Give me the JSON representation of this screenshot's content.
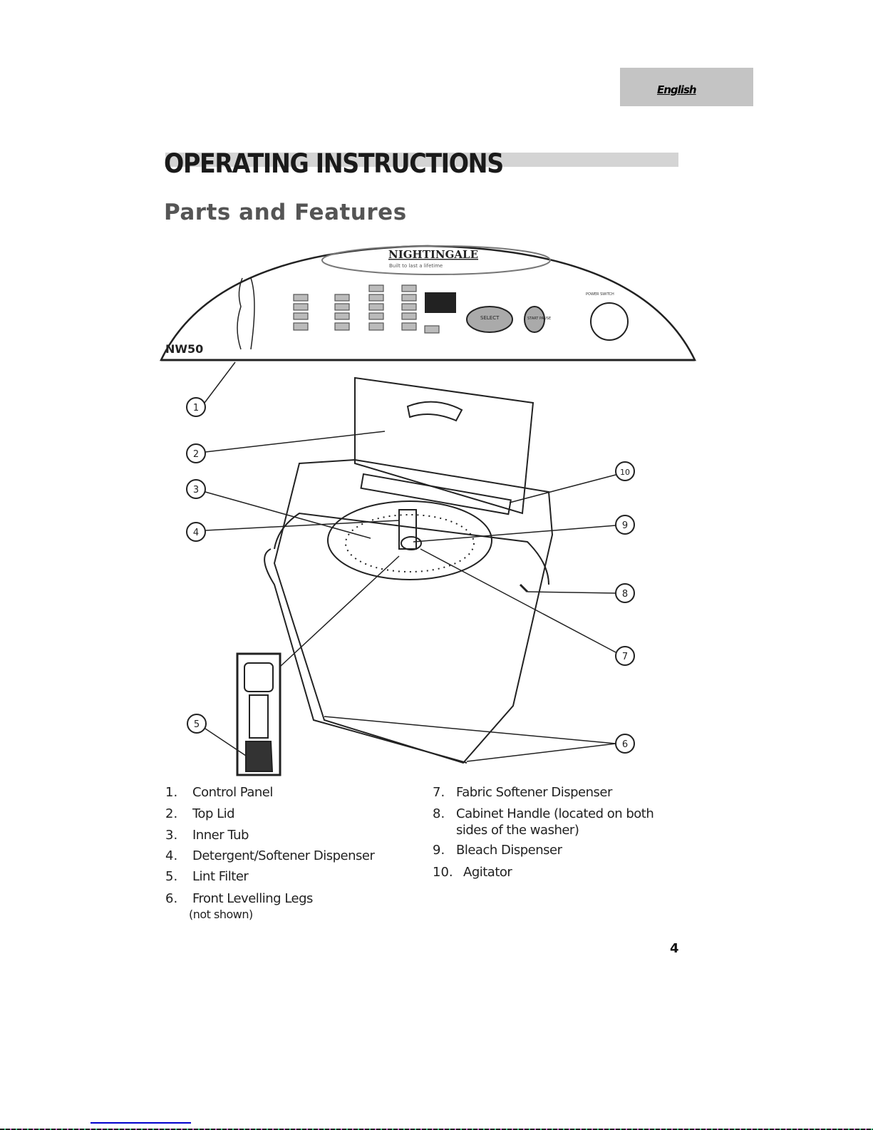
{
  "header": {
    "language_tab": "English"
  },
  "title": "OPERATING INSTRUCTIONS",
  "subtitle": "Parts and Features",
  "panel": {
    "brand": "NIGHTINGALE",
    "tagline": "Built to last a lifetime",
    "model": "NW50",
    "select": "SELECT",
    "start": "START PAUSE",
    "power": "POWER SWITCH"
  },
  "callouts": [
    "1",
    "2",
    "3",
    "4",
    "5",
    "6",
    "7",
    "8",
    "9",
    "10"
  ],
  "parts_left": [
    {
      "num": "1.",
      "label": "Control Panel"
    },
    {
      "num": "2.",
      "label": "Top Lid"
    },
    {
      "num": "3.",
      "label": "Inner Tub"
    },
    {
      "num": "4.",
      "label": "Detergent/Softener Dispenser"
    },
    {
      "num": "5.",
      "label": "Lint Filter"
    },
    {
      "num": "6.",
      "label": "Front Levelling Legs",
      "note": "(not shown)"
    }
  ],
  "parts_right": [
    {
      "num": "7.",
      "label": "Fabric Softener Dispenser"
    },
    {
      "num": "8.",
      "label": "Cabinet Handle (located on both",
      "label2": "sides of the washer)"
    },
    {
      "num": "9.",
      "label": "Bleach Dispenser"
    },
    {
      "num": "10.",
      "label": "Agitator"
    }
  ],
  "page_number": "4"
}
